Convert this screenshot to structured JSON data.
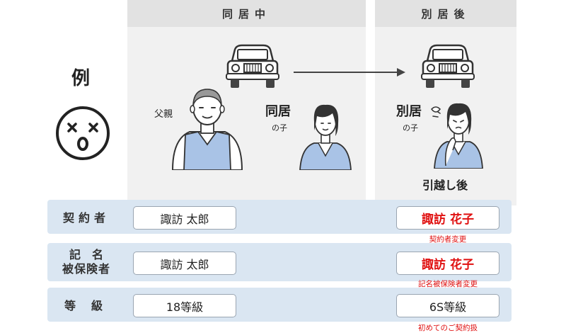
{
  "columns": {
    "together_title": "同居中",
    "separate_title": "別居後"
  },
  "example": {
    "title": "例"
  },
  "people": {
    "father_label": "父親",
    "child_together_main": "同居",
    "child_together_sub": "の子",
    "child_separate_main": "別居",
    "child_separate_sub": "の子",
    "after_move": "引越し後"
  },
  "rows": [
    {
      "label": "契約者",
      "before": "諏訪 太郎",
      "after": "諏訪 花子",
      "note": "契約者変更"
    },
    {
      "label_line1": "記名",
      "label_line2": "被保険者",
      "before": "諏訪 太郎",
      "after": "諏訪 花子",
      "note": "記名被保険者変更"
    },
    {
      "label": "等級",
      "before": "18等級",
      "after": "6S等級",
      "note": "初めてのご契約扱"
    }
  ],
  "icons": {
    "car": "car-icon",
    "arrow": "arrow-right-icon",
    "face": "surprised-face-icon"
  },
  "colors": {
    "header_bg": "#e2e2e2",
    "column_bg": "#f1f1f1",
    "row_bg": "#dae6f2",
    "accent_red": "#e01010",
    "vest_blue": "#a9c3e6"
  }
}
